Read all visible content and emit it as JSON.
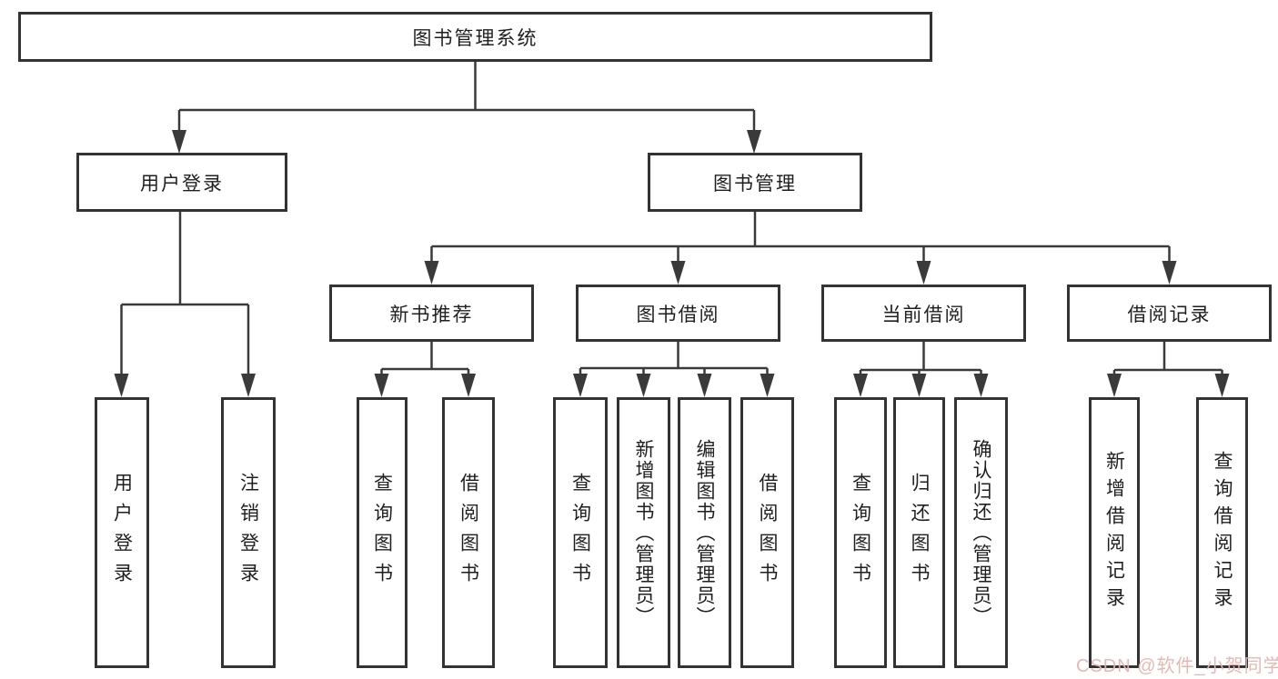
{
  "diagram": {
    "title": "图书管理系统",
    "level2": {
      "user_login": "用户登录",
      "book_management": "图书管理"
    },
    "level3": {
      "new_book_recommend": "新书推荐",
      "book_borrow": "图书借阅",
      "current_borrow": "当前借阅",
      "borrow_records": "借阅记录"
    },
    "leaves": {
      "user_login": [
        "用户登录",
        "注销登录"
      ],
      "new_book_recommend": [
        "查询图书",
        "借阅图书"
      ],
      "book_borrow": [
        "查询图书",
        "新增图书（管理员）",
        "编辑图书（管理员）",
        "借阅图书"
      ],
      "current_borrow": [
        "查询图书",
        "归还图书",
        "确认归还（管理员）"
      ],
      "borrow_records": [
        "新增借阅记录",
        "查询借阅记录"
      ]
    }
  },
  "watermark": {
    "text": "CSDN @软件_小贺同学",
    "color": "#e5b4b0"
  },
  "colors": {
    "line": "#3a3a3a",
    "box_border": "#333333",
    "text": "#1f1f1f",
    "background": "#ffffff"
  }
}
